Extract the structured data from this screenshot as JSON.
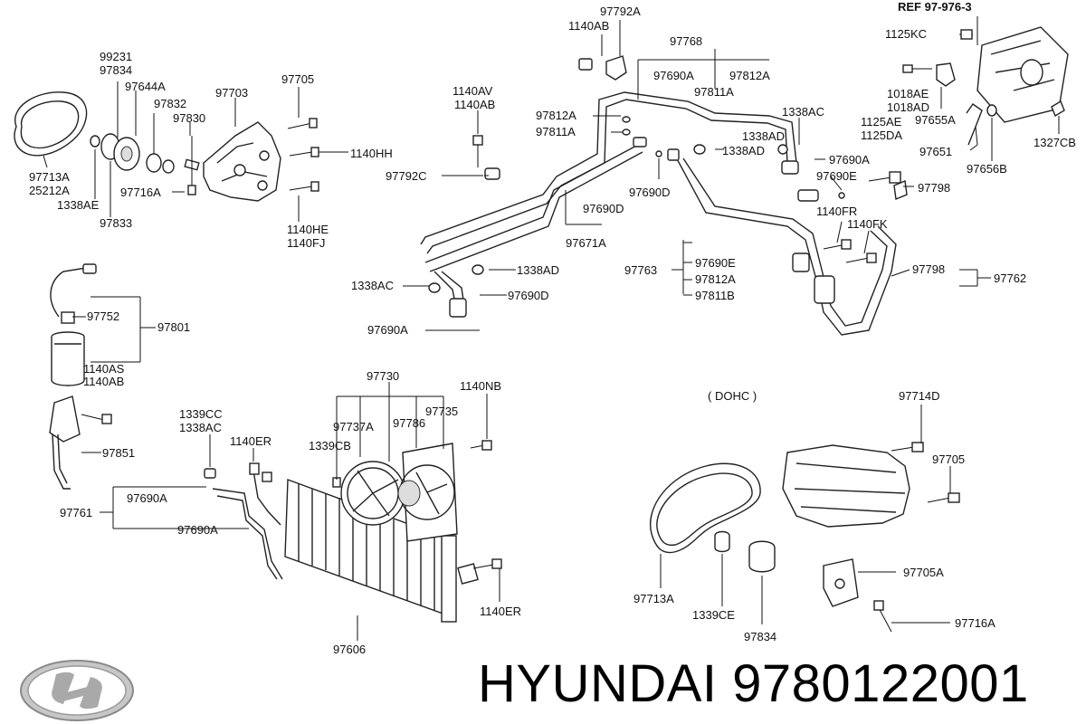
{
  "brand": "HYUNDAI",
  "part_number": "9780122001",
  "ref_label": "REF 97-976-3",
  "dohc_label": "( DOHC )",
  "labels": {
    "l99231": "99231",
    "l97834a": "97834",
    "l97644A": "97644A",
    "l97832": "97832",
    "l97830": "97830",
    "l97703": "97703",
    "l97705a": "97705",
    "l1140HH": "1140HH",
    "l97713Aa": "97713A",
    "l25212A": "25212A",
    "l1338AEa": "1338AE",
    "l97716Aa": "97716A",
    "l97833": "97833",
    "l1140HE": "1140HE",
    "l1140FJ": "1140FJ",
    "l1140AV": "1140AV",
    "l1140ABa": "1140AB",
    "l97792Cb": "97792C",
    "l97792A": "97792A",
    "l1140ABb": "1140AB",
    "l97768": "97768",
    "l97690Aa": "97690A",
    "l97812Aa": "97812A",
    "l97811Aa": "97811A",
    "l97812Ab": "97812A",
    "l97811Ab": "97811A",
    "l1338ACa": "1338AC",
    "l1338ADa": "1338AD",
    "l1338ADb": "1338AD",
    "l97690Ab": "97690A",
    "l97690Ea": "97690E",
    "l97798a": "97798",
    "l97690Da": "97690D",
    "l97690Db": "97690D",
    "l97671A": "97671A",
    "l1140FR": "1140FR",
    "l1140FK": "1140FK",
    "l97763": "97763",
    "l97690Eb": "97690E",
    "l97812Ac": "97812A",
    "l97811B": "97811B",
    "l97798b": "97798",
    "l97762": "97762",
    "l1338ACb": "1338AC",
    "l1338ADc": "1338AD",
    "l97690Dc": "97690D",
    "l97690Ac": "97690A",
    "l1125KC": "1125KC",
    "l1018AE": "1018AE",
    "l1018AD": "1018AD",
    "l97655A": "97655A",
    "l1125AE": "1125AE",
    "l1125DA": "1125DA",
    "l97651": "97651",
    "l97656B": "97656B",
    "l1327CB": "1327CB",
    "l97752": "97752",
    "l97801": "97801",
    "l1140AS": "1140AS",
    "l1140ABc": "1140AB",
    "l97851": "97851",
    "l1339CC": "1339CC",
    "l1338ACc": "1338AC",
    "l1140ERa": "1140ER",
    "l97761": "97761",
    "l97690Ad": "97690A",
    "l97690Ae": "97690A",
    "l97730": "97730",
    "l1339CB": "1339CB",
    "l97737A": "97737A",
    "l97786": "97786",
    "l97735": "97735",
    "l1140NB": "1140NB",
    "l1140ERb": "1140ER",
    "l97606": "97606",
    "l97714D": "97714D",
    "l97705b": "97705",
    "l97713Ab": "97713A",
    "l1339CE": "1339CE",
    "l97834b": "97834",
    "l97705A": "97705A",
    "l97716Ab": "97716A"
  }
}
